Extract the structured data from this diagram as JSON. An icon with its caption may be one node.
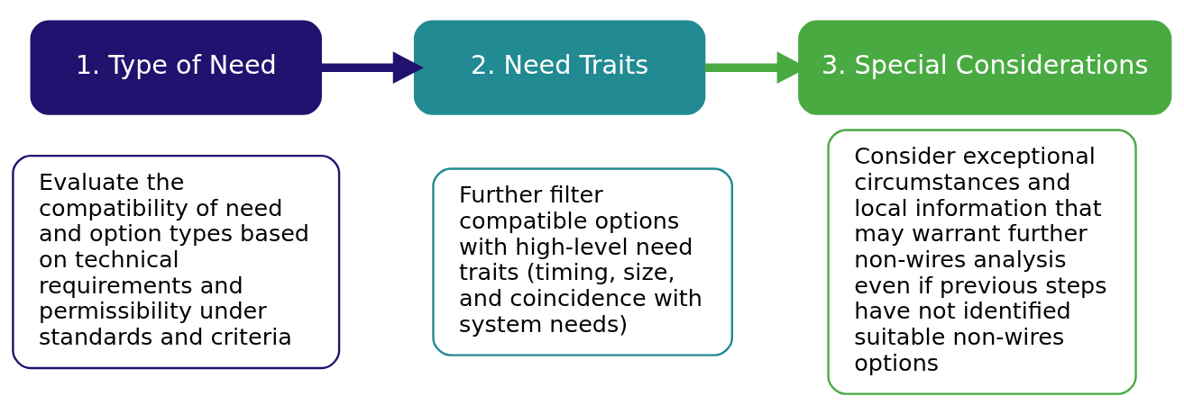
{
  "diagram": {
    "nodes": [
      {
        "text": [
          "1. Type of Need"
        ]
      },
      {
        "text": [
          "Evaluate the compatibility of need and option types based on technical requirements and permissibility under standards and criteria"
        ]
      },
      {
        "text": [
          "2. Need Traits"
        ]
      },
      {
        "text": [
          "Further filter compatible options with high-level need traits (timing, size, and coincidence with system needs)"
        ]
      },
      {
        "text": [
          "3. Special Considerations"
        ]
      },
      {
        "text": [
          "Consider exceptional circumstances and local information that may warrant further non-wires analysis even if previous steps have not identified suitable non-wires options"
        ]
      }
    ],
    "edges": [
      {
        "from": 0,
        "to": 2,
        "arrow": "to",
        "color": "#20126e"
      },
      {
        "from": 2,
        "to": 4,
        "arrow": "to",
        "color": "#4aaa42"
      }
    ]
  }
}
